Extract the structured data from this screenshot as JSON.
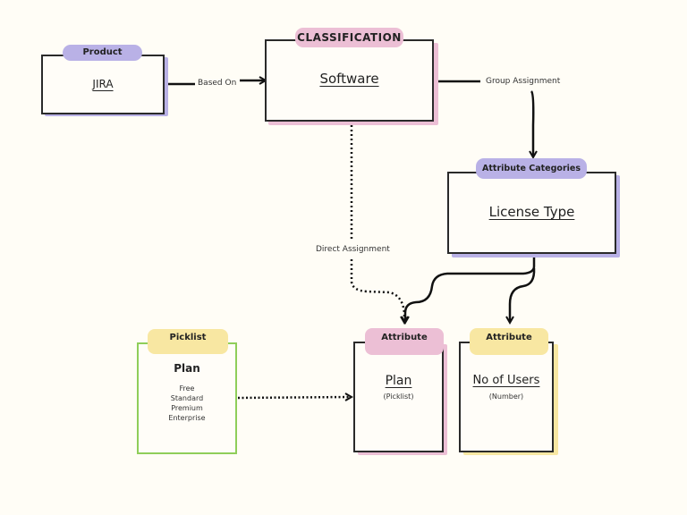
{
  "colors": {
    "background": "#fffdf6",
    "purple": "#b9b1e6",
    "pink": "#ecbfd5",
    "yellow": "#f8e7a2",
    "green": "#8fce5a",
    "stroke": "#2a2a2a"
  },
  "nodes": {
    "product": {
      "tag": "Product",
      "title": "JIRA"
    },
    "classification": {
      "tag": "CLASSIFICATION",
      "title": "Software"
    },
    "attribute_categories": {
      "tag": "Attribute Categories",
      "title": "License Type"
    },
    "picklist": {
      "tag": "Picklist",
      "title": "Plan",
      "options": [
        "Free",
        "Standard",
        "Premium",
        "Enterprise"
      ]
    },
    "attribute_plan": {
      "tag": "Attribute",
      "title": "Plan",
      "subtitle": "(Picklist)"
    },
    "attribute_users": {
      "tag": "Attribute",
      "title": "No of Users",
      "subtitle": "(Number)"
    }
  },
  "edges": {
    "based_on": "Based On",
    "group_assignment": "Group Assignment",
    "direct_assignment": "Direct Assignment"
  }
}
